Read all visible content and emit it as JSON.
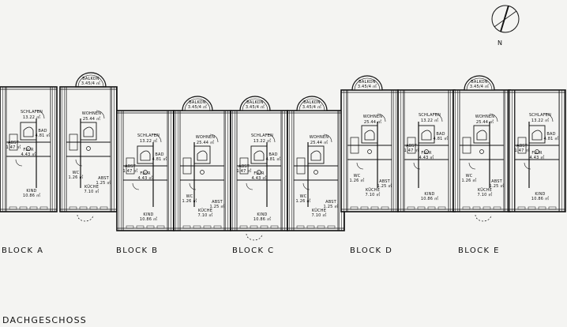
{
  "title": "DACHGESCHOSS",
  "blocks": [
    "BLOCK A",
    "BLOCK B",
    "BLOCK C",
    "BLOCK D",
    "BLOCK E"
  ],
  "rooms": {
    "schlafen": "SCHLAFEN",
    "schlafen_area": "13.22 ㎡",
    "wohnen": "WOHNEN",
    "wohnen_area": "25.44 ㎡",
    "balkon": "BALKON",
    "balkon_area": "3.45/4 ㎡",
    "bad": "BAD",
    "bad_area": "4.81 ㎡",
    "flur": "FLUR",
    "flur_area": "4.43 ㎡",
    "abst": "ABST",
    "abst_area": "1.47 ㎡",
    "abst_small": "1.25 ㎡",
    "kind": "KIND",
    "kind_area": "10.86 ㎡",
    "kueche": "KÜCHE",
    "kueche_area": "7.10 ㎡",
    "wc": "WC",
    "wc_area": "1.26 ㎡"
  },
  "north": "N"
}
